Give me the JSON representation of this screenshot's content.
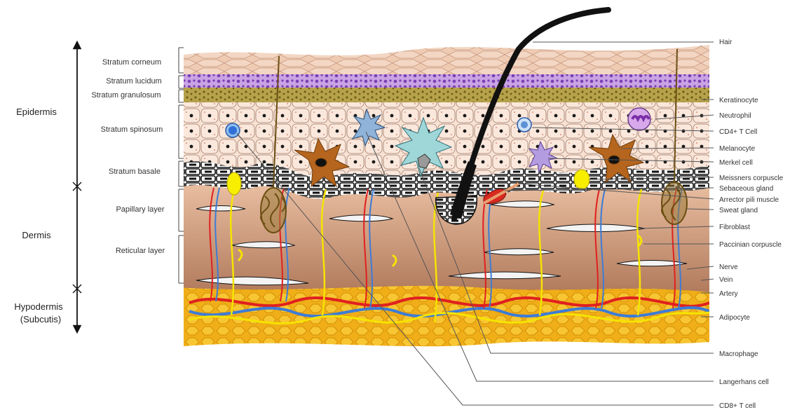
{
  "regions": [
    {
      "id": "epidermis",
      "label": "Epidermis"
    },
    {
      "id": "dermis",
      "label": "Dermis"
    },
    {
      "id": "hypodermis",
      "label": "Hypodermis",
      "label2": "(Subcutis)"
    }
  ],
  "layers": [
    {
      "id": "stratum-corneum",
      "label": "Stratum corneum"
    },
    {
      "id": "stratum-lucidum",
      "label": "Stratum lucidum"
    },
    {
      "id": "stratum-granulosum",
      "label": "Stratum granulosum"
    },
    {
      "id": "stratum-spinosum",
      "label": "Stratum spinosum"
    },
    {
      "id": "stratum-basale",
      "label": "Stratum basale"
    },
    {
      "id": "papillary-layer",
      "label": "Papillary layer"
    },
    {
      "id": "reticular-layer",
      "label": "Reticular layer"
    }
  ],
  "structures": [
    {
      "id": "hair",
      "label": "Hair"
    },
    {
      "id": "keratinocyte",
      "label": "Keratinocyte"
    },
    {
      "id": "neutrophil",
      "label": "Neutrophil"
    },
    {
      "id": "cd4-t-cell",
      "label": "CD4+ T Cell"
    },
    {
      "id": "melanocyte",
      "label": "Melanocyte"
    },
    {
      "id": "merkel-cell",
      "label": "Merkel cell"
    },
    {
      "id": "meissners-corpuscle",
      "label": "Meissners corpuscle"
    },
    {
      "id": "sebaceous-gland",
      "label": "Sebaceous gland"
    },
    {
      "id": "arrector-pili-muscle",
      "label": "Arrector pili muscle"
    },
    {
      "id": "sweat-gland",
      "label": "Sweat gland"
    },
    {
      "id": "fibroblast",
      "label": "Fibroblast"
    },
    {
      "id": "paccinian-corpuscle",
      "label": "Paccinian corpuscle"
    },
    {
      "id": "nerve",
      "label": "Nerve"
    },
    {
      "id": "vein",
      "label": "Vein"
    },
    {
      "id": "artery",
      "label": "Artery"
    },
    {
      "id": "adipocyte",
      "label": "Adipocyte"
    },
    {
      "id": "macrophage",
      "label": "Macrophage"
    },
    {
      "id": "langerhans-cell",
      "label": "Langerhans cell"
    },
    {
      "id": "cd8-t-cell",
      "label": "CD8+ T cell"
    }
  ],
  "colors": {
    "corneum": "#e8c3a8",
    "lucidum": "#8a4fc1",
    "granulosum": "#8a7a2a",
    "spinosum": "#f6dccb",
    "basale": "#222222",
    "dermis_top": "#e7b89a",
    "dermis_bottom": "#b88062",
    "fat": "#f2b81e",
    "artery": "#e02020",
    "vein": "#3d7cd6",
    "nerve": "#f5e400",
    "hair": "#111111"
  }
}
